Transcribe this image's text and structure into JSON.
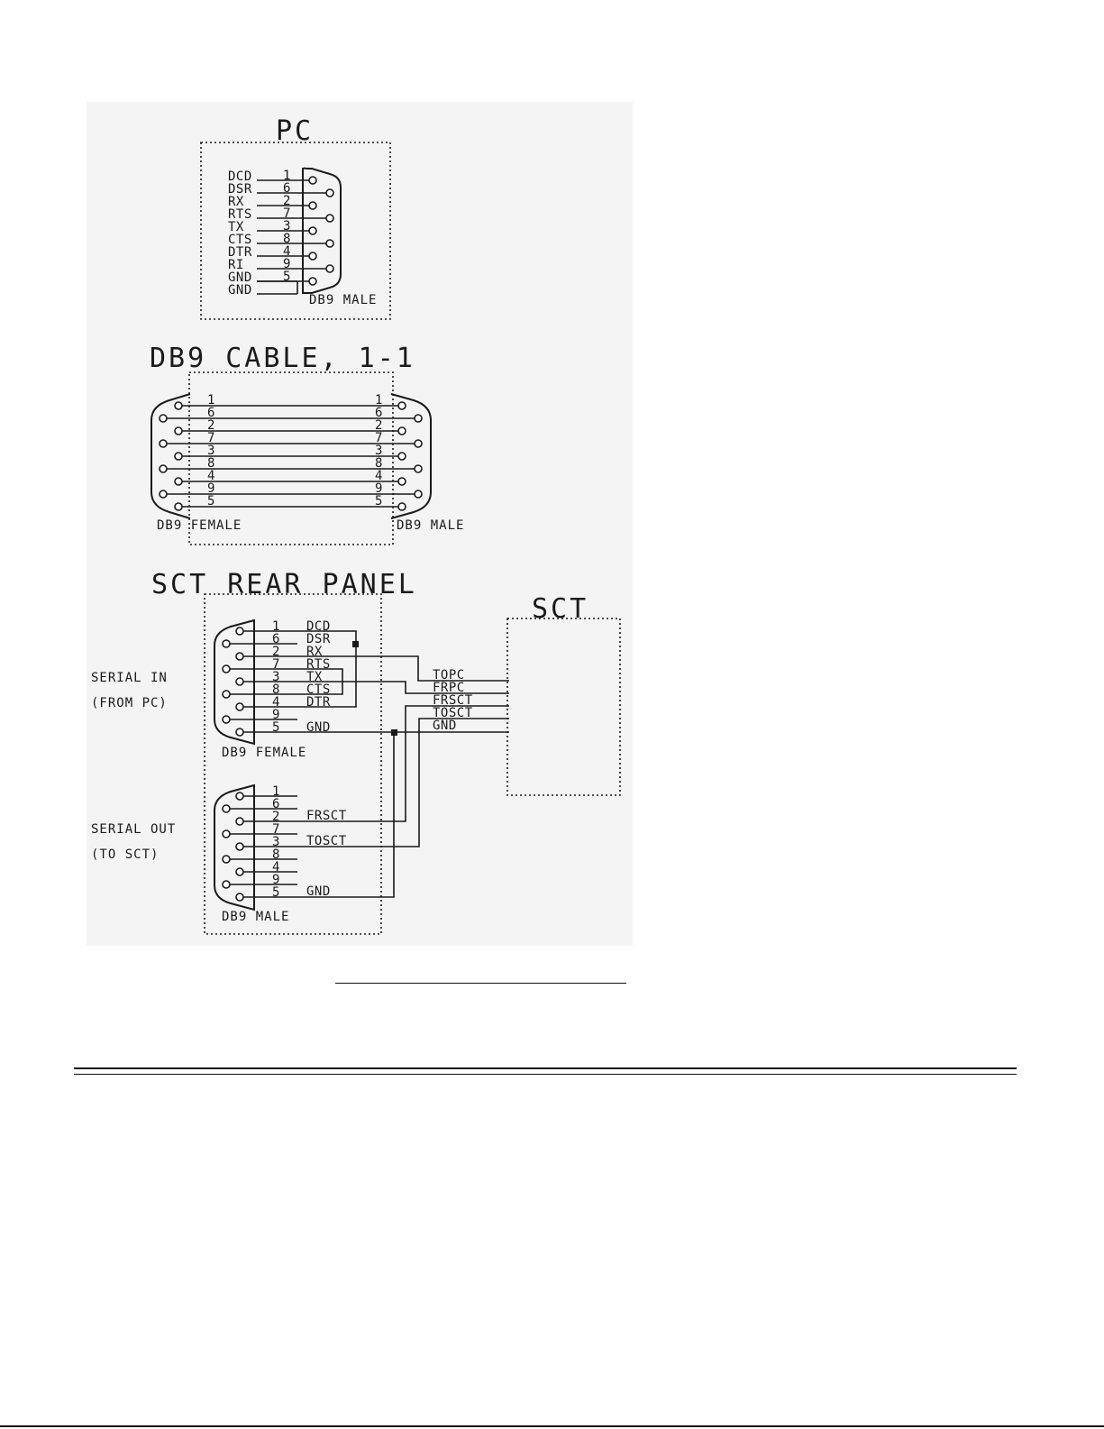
{
  "pc": {
    "title": "PC",
    "connector": "DB9 MALE",
    "signals": [
      "DCD",
      "DSR",
      "RX",
      "RTS",
      "TX",
      "CTS",
      "DTR",
      "RI",
      "GND",
      "GND"
    ],
    "pins": [
      "1",
      "6",
      "2",
      "7",
      "3",
      "8",
      "4",
      "9",
      "5"
    ]
  },
  "cable": {
    "title": "DB9 CABLE, 1-1",
    "left_connector": "DB9 FEMALE",
    "right_connector": "DB9 MALE",
    "pins": [
      "1",
      "6",
      "2",
      "7",
      "3",
      "8",
      "4",
      "9",
      "5"
    ]
  },
  "rear_panel": {
    "title": "SCT REAR PANEL",
    "serial_in": {
      "label_line1": "SERIAL IN",
      "label_line2": "(FROM PC)",
      "connector": "DB9 FEMALE",
      "pins": [
        "1",
        "6",
        "2",
        "7",
        "3",
        "8",
        "4",
        "9",
        "5"
      ],
      "signals": [
        "DCD",
        "DSR",
        "RX",
        "RTS",
        "TX",
        "CTS",
        "DTR",
        "",
        "GND"
      ]
    },
    "serial_out": {
      "label_line1": "SERIAL OUT",
      "label_line2": "(TO SCT)",
      "connector": "DB9 MALE",
      "pins": [
        "1",
        "6",
        "2",
        "7",
        "3",
        "8",
        "4",
        "9",
        "5"
      ],
      "signals": [
        "",
        "",
        "FRSCT",
        "",
        "TOSCT",
        "",
        "",
        "",
        "GND"
      ]
    },
    "links": [
      "TOPC",
      "FRPC",
      "FRSCT",
      "TOSCT",
      "GND"
    ]
  },
  "sct": {
    "title": "SCT"
  }
}
